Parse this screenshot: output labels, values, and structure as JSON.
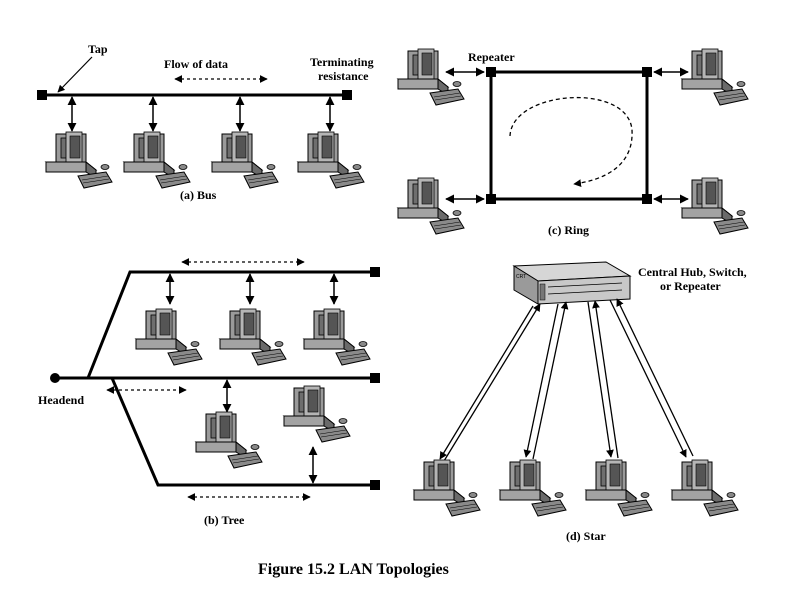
{
  "figure_caption": "Figure 15.2  LAN Topologies",
  "bus": {
    "caption": "(a) Bus",
    "tap_label": "Tap",
    "flow_label": "Flow of data",
    "terminator_label_line1": "Terminating",
    "terminator_label_line2": "resistance"
  },
  "ring": {
    "caption": "(c) Ring",
    "repeater_label": "Repeater"
  },
  "tree": {
    "caption": "(b) Tree",
    "headend_label": "Headend"
  },
  "star": {
    "caption": "(d) Star",
    "hub_label_line1": "Central Hub, Switch,",
    "hub_label_line2": "or Repeater",
    "hub_device_text": "CRT"
  },
  "colors": {
    "line": "#000000",
    "computer_gray": "#9a9a9a",
    "computer_dark": "#555555",
    "hub_gray": "#c8c8c8"
  }
}
